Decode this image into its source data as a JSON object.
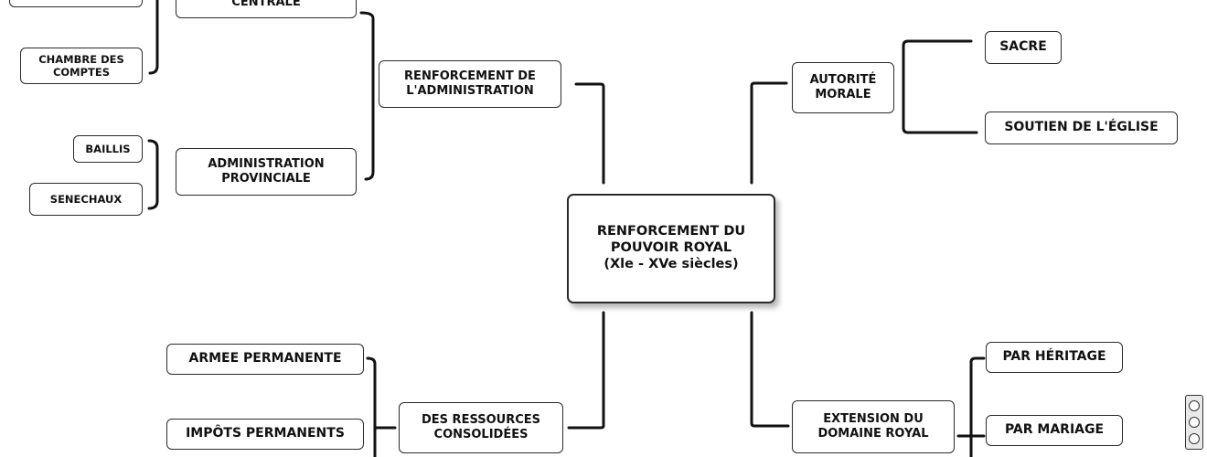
{
  "diagram": {
    "center": "RENFORCEMENT DU\nPOUVOIR ROYAL\n(Xle - XVe siècles)",
    "branches": {
      "administration": {
        "label": "RENFORCEMENT DE\nL'ADMINISTRATION",
        "centrale": {
          "label": "CENTRALE",
          "children": [
            "CHAMBRE DES\nCOMPTES"
          ]
        },
        "provinciale": {
          "label": "ADMINISTRATION\nPROVINCIALE",
          "children": [
            "BAILLIS",
            "SENECHAUX"
          ]
        }
      },
      "ressources": {
        "label": "DES RESSOURCES\nCONSOLIDÉES",
        "children": [
          "ARMEE PERMANENTE",
          "IMPÔTS PERMANENTS"
        ]
      },
      "autorite": {
        "label": "AUTORITÉ\nMORALE",
        "children": [
          "SACRE",
          "SOUTIEN DE L'ÉGLISE"
        ]
      },
      "extension": {
        "label": "EXTENSION DU\nDOMAINE ROYAL",
        "children": [
          "PAR HÉRITAGE",
          "PAR MARIAGE"
        ]
      }
    }
  },
  "colors": {
    "line": "#111111",
    "border": "#2a2a2a",
    "text": "#111111",
    "background": "#ffffff"
  },
  "icons": {
    "license_badge": "creative-commons-icon"
  }
}
